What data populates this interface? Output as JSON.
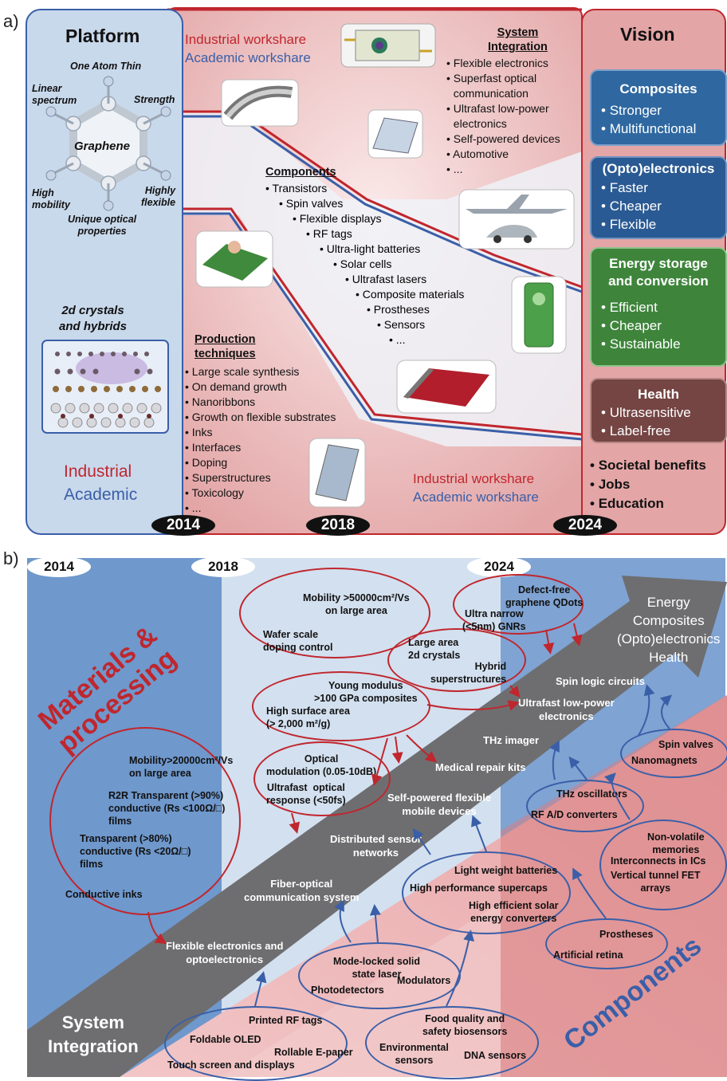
{
  "panel_a": {
    "label": "a)",
    "platform": {
      "title": "Platform",
      "one_atom": "One Atom Thin",
      "linear": "Linear\nspectrum",
      "strength": "Strength",
      "graphene": "Graphene",
      "high_mobility": "High\nmobility",
      "highly_flexible": "Highly\nflexible",
      "unique_optical": "Unique optical\nproperties",
      "crystals": "2d crystals\nand hybrids",
      "industrial": "Industrial",
      "academic": "Academic"
    },
    "workshare_top": {
      "industrial": "Industrial workshare",
      "academic": "Academic workshare"
    },
    "workshare_bottom": {
      "industrial": "Industrial workshare",
      "academic": "Academic workshare"
    },
    "system_integration": {
      "title": "System\nIntegration",
      "items": [
        "Flexible electronics",
        "Superfast optical\ncommunication",
        "Ultrafast low-power\nelectronics",
        "Self-powered devices",
        "Automotive",
        "..."
      ]
    },
    "components": {
      "title": "Components",
      "items": [
        "Transistors",
        "Spin valves",
        "Flexible displays",
        "RF tags",
        "Ultra-light batteries",
        "Solar cells",
        "Ultrafast lasers",
        "Composite materials",
        "Prostheses",
        "Sensors",
        "..."
      ]
    },
    "production": {
      "title": "Production\ntechniques",
      "items": [
        "Large scale synthesis",
        "On demand growth",
        "Nanoribbons",
        "Growth on flexible substrates",
        "Inks",
        "Interfaces",
        "Doping",
        "Superstructures",
        "Toxicology",
        "..."
      ]
    },
    "vision": {
      "title": "Vision",
      "composites": {
        "title": "Composites",
        "items": [
          "Stronger",
          "Multifunctional"
        ],
        "color": "#3d6fa6"
      },
      "opto": {
        "title": "(Opto)electronics",
        "items": [
          "Faster",
          "Cheaper",
          "Flexible"
        ],
        "color": "#2f5f9a"
      },
      "energy": {
        "title": "Energy storage\nand conversion",
        "items": [
          "Efficient",
          "Cheaper",
          "Sustainable"
        ],
        "color": "#3f8a3c"
      },
      "health": {
        "title": "Health",
        "items": [
          "Ultrasensitive",
          "Label-free"
        ],
        "color": "#7a4a48"
      },
      "benefits": [
        "Societal benefits",
        "Jobs",
        "Education"
      ]
    },
    "years": [
      "2014",
      "2018",
      "2024"
    ]
  },
  "panel_b": {
    "label": "b)",
    "years": [
      "2014",
      "2018",
      "2024"
    ],
    "materials_title": "Materials &\nprocessing",
    "components_title": "Components",
    "system_integration": "System\nIntegration",
    "arrow_head": "Energy\nComposites\n(Opto)electronics\nHealth",
    "arrow_items": [
      "Spin logic circuits",
      "Ultrafast low-power\nelectronics",
      "THz imager",
      "Medical repair kits",
      "Self-powered flexible\nmobile devices",
      "Distributed sensor\nnetworks",
      "Fiber-optical\ncommunication system",
      "Flexible electronics and\noptoelectronics"
    ],
    "materials": {
      "m1": "Mobility >50000cm²/Vs\non large area",
      "m2": "Wafer scale\ndoping control",
      "m3": "Defect-free\ngraphene QDots",
      "m4": "Ultra narrow\n(<5nm) GNRs",
      "m5": "Large area\n2d crystals",
      "m6": "Hybrid\nsuperstructures",
      "m7": "Young modulus\n>100 GPa composites",
      "m8": "High surface area\n(> 2,000 m²/g)",
      "m9": "Optical\nmodulation (0.05-10dB)",
      "m10": "Ultrafast  optical\nresponse (<50fs)",
      "m11": "Mobility>20000cm²/Vs\non large area",
      "m12": "R2R Transparent (>90%)\nconductive (Rs <100Ω/□)\nfilms",
      "m13": "Transparent (>80%)\nconductive (Rs <20Ω/□)\nfilms",
      "m14": "Conductive inks"
    },
    "comps": {
      "c1": "Spin valves",
      "c2": "Nanomagnets",
      "c3": "THz oscillators",
      "c4": "RF A/D converters",
      "c5": "Non-volatile\nmemories",
      "c6": "Interconnects in ICs",
      "c7": "Vertical tunnel FET\narrays",
      "c8": "Light weight batteries",
      "c9": "High performance supercaps",
      "c10": "High efficient solar\nenergy converters",
      "c11": "Prostheses",
      "c12": "Artificial retina",
      "c13": "Mode-locked solid\nstate laser",
      "c14": "Modulators",
      "c15": "Photodetectors",
      "c16": "Food quality and\nsafety biosensors",
      "c17": "Environmental\nsensors",
      "c18": "DNA sensors",
      "c19": "Printed RF tags",
      "c20": "Foldable OLED",
      "c21": "Rollable E-paper",
      "c22": "Touch screen and displays"
    }
  },
  "colors": {
    "red": "#c0262d",
    "blue": "#3a5fa8",
    "pink": "#e8aaac",
    "lightblue": "#c9d9ec"
  }
}
